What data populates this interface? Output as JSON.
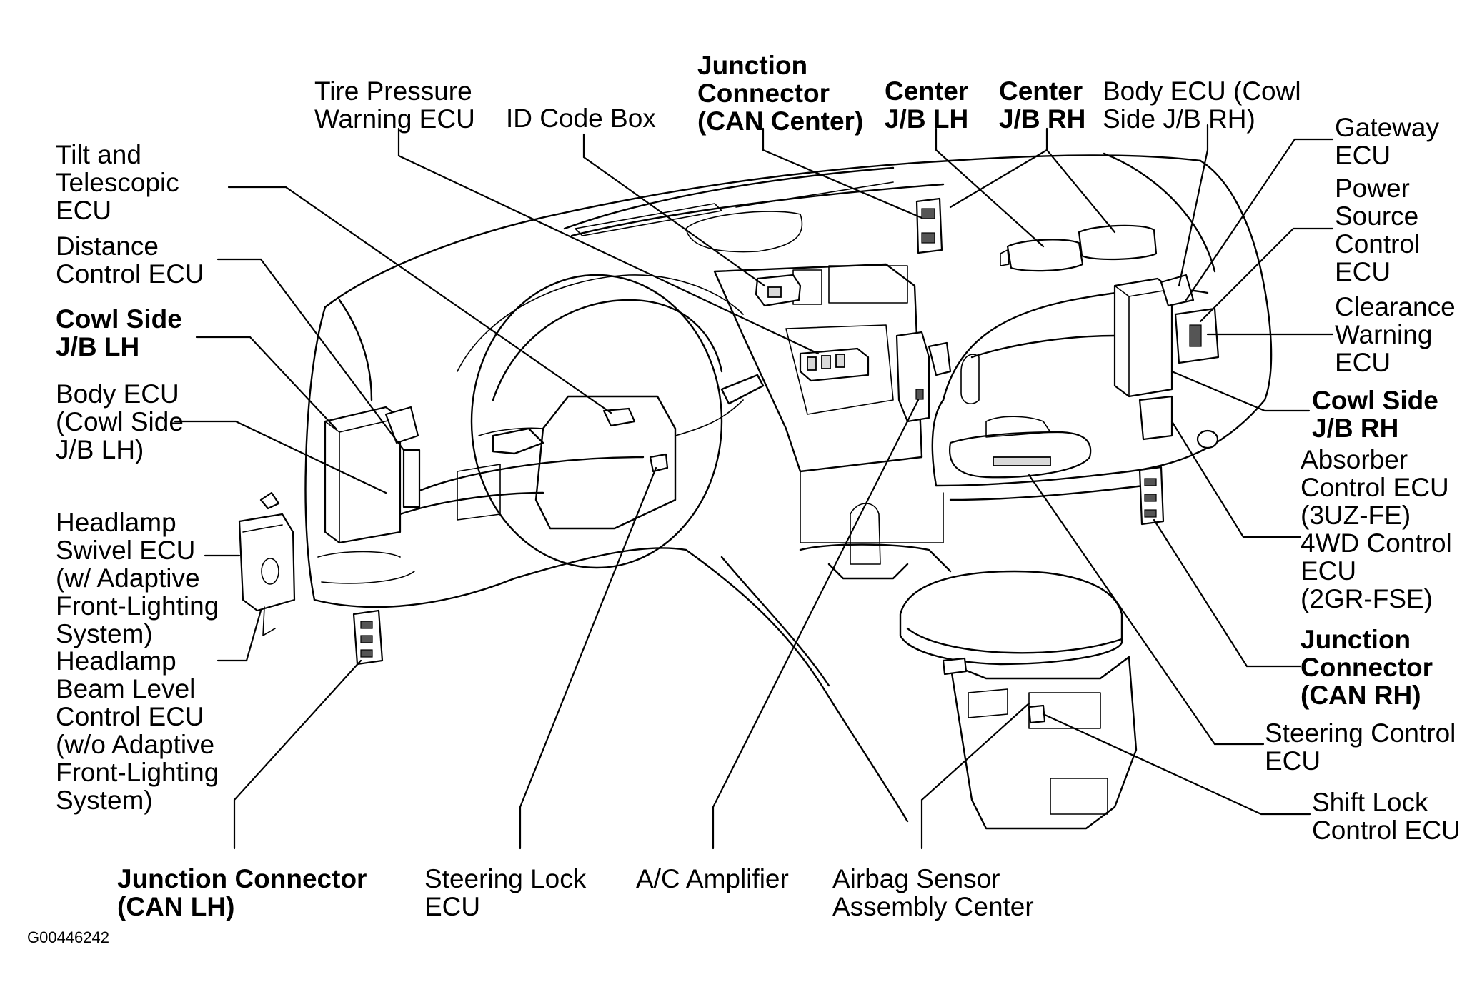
{
  "diagram": {
    "figure_id": "G00446242",
    "labels": {
      "tire_pressure": "Tire Pressure\nWarning ECU",
      "id_code_box": "ID Code Box",
      "junction_can_center": "Junction\nConnector\n(CAN Center)",
      "center_jb_lh": "Center\nJ/B LH",
      "center_jb_rh": "Center\nJ/B RH",
      "body_ecu_cowl_rh": "Body ECU (Cowl\nSide J/B RH)",
      "gateway_ecu": "Gateway\nECU",
      "power_source_ecu": "Power\nSource\nControl\nECU",
      "clearance_warning": "Clearance\nWarning\nECU",
      "cowl_side_jb_rh": "Cowl Side\nJ/B RH",
      "absorber_4wd": "Absorber\nControl ECU\n(3UZ-FE)\n4WD Control\nECU\n(2GR-FSE)",
      "junction_can_rh": "Junction\nConnector\n(CAN RH)",
      "steering_control": "Steering Control\nECU",
      "shift_lock": "Shift Lock\nControl ECU",
      "tilt_telescopic": "Tilt and\nTelescopic\nECU",
      "distance_control": "Distance\nControl ECU",
      "cowl_side_jb_lh": "Cowl Side\nJ/B LH",
      "body_ecu_cowl_lh": "Body ECU\n(Cowl Side\nJ/B LH)",
      "headlamp_swivel": "Headlamp\nSwivel ECU\n(w/ Adaptive\nFront-Lighting\nSystem)",
      "headlamp_beam": "Headlamp\nBeam Level\nControl ECU\n(w/o Adaptive\nFront-Lighting\nSystem)",
      "junction_can_lh": "Junction Connector\n(CAN LH)",
      "steering_lock": "Steering Lock\nECU",
      "ac_amplifier": "A/C Amplifier",
      "airbag_sensor": "Airbag Sensor\nAssembly Center"
    }
  }
}
